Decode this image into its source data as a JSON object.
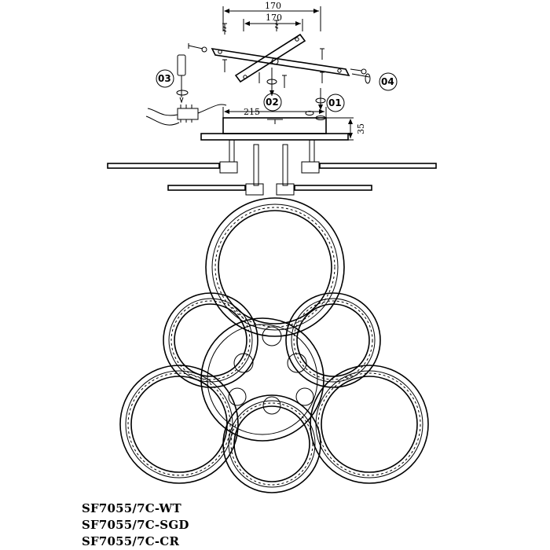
{
  "dimensions": {
    "top_width_outer": "170",
    "top_width_inner": "170",
    "base_width": "215",
    "height": "35"
  },
  "steps": [
    "01",
    "02",
    "03",
    "04"
  ],
  "models": [
    "SF7055/7C-WT",
    "SF7055/7C-SGD",
    "SF7055/7C-CR"
  ],
  "icons": [
    "screwdriver-icon",
    "rotation-arrow-icon",
    "screw-icon",
    "wire-connector-icon"
  ]
}
